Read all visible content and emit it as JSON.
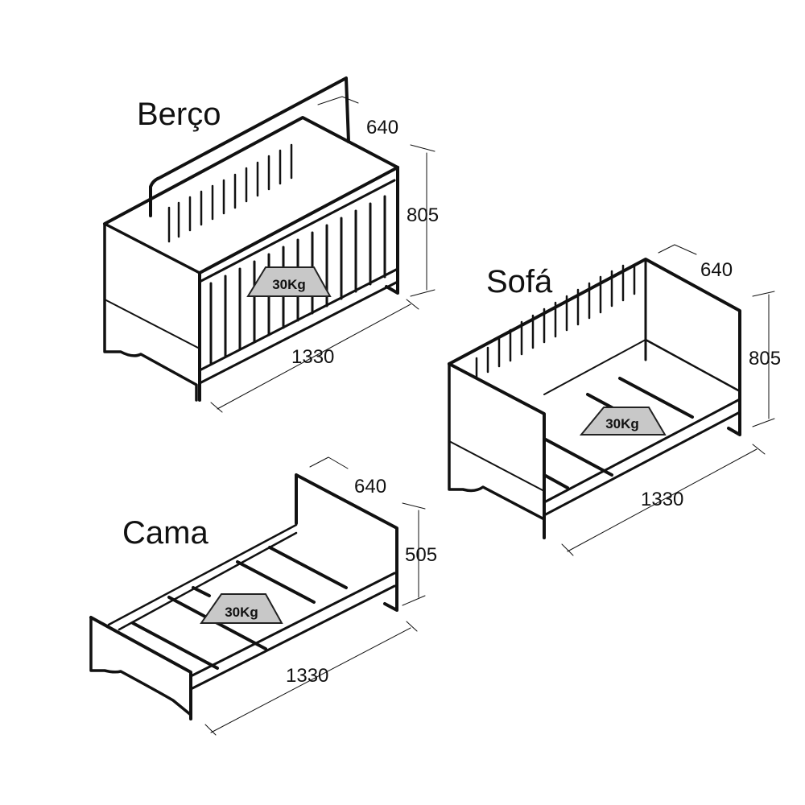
{
  "diagram": {
    "type": "furniture-dimensions",
    "configurations": [
      {
        "name": "Berço",
        "dimensions": {
          "depth": "640",
          "height": "805",
          "length": "1330"
        },
        "load_badge": "30Kg"
      },
      {
        "name": "Sofá",
        "dimensions": {
          "depth": "640",
          "height": "805",
          "length": "1330"
        },
        "load_badge": "30Kg"
      },
      {
        "name": "Cama",
        "dimensions": {
          "depth": "640",
          "height": "505",
          "length": "1330"
        },
        "load_badge": "30Kg"
      }
    ],
    "colors": {
      "line": "#111111",
      "badge_fill": "#c8c8c8",
      "background": "#ffffff"
    }
  }
}
